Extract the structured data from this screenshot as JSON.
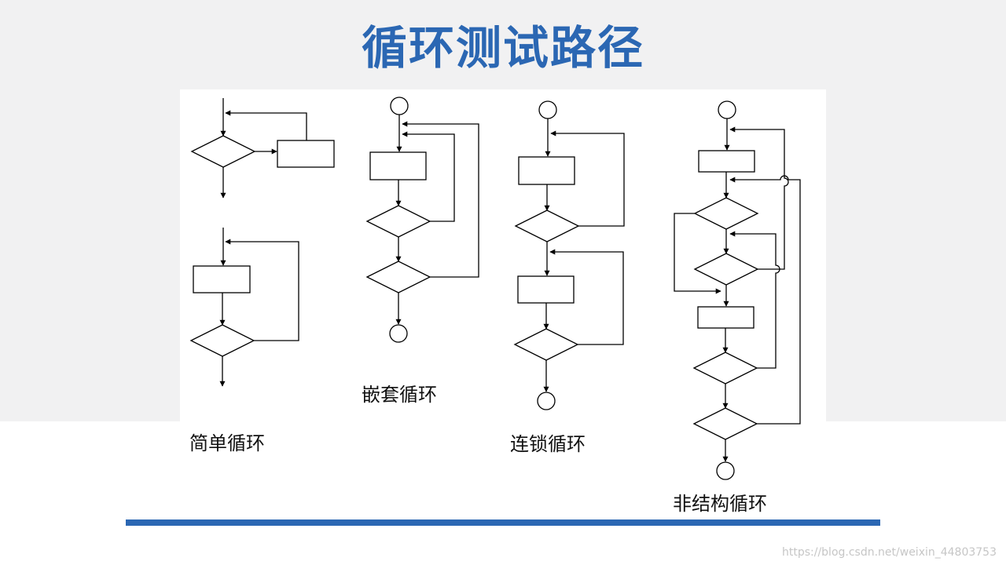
{
  "slide": {
    "title": "循环测试路径",
    "accent_color": "#2b67b3",
    "watermark": "https://blog.csdn.net/weixin_44803753"
  },
  "diagrams": {
    "simple": {
      "caption": "简单循环"
    },
    "nested": {
      "caption": "嵌套循环"
    },
    "concatenated": {
      "caption": "连锁循环"
    },
    "unstructured": {
      "caption": "非结构循环"
    }
  }
}
